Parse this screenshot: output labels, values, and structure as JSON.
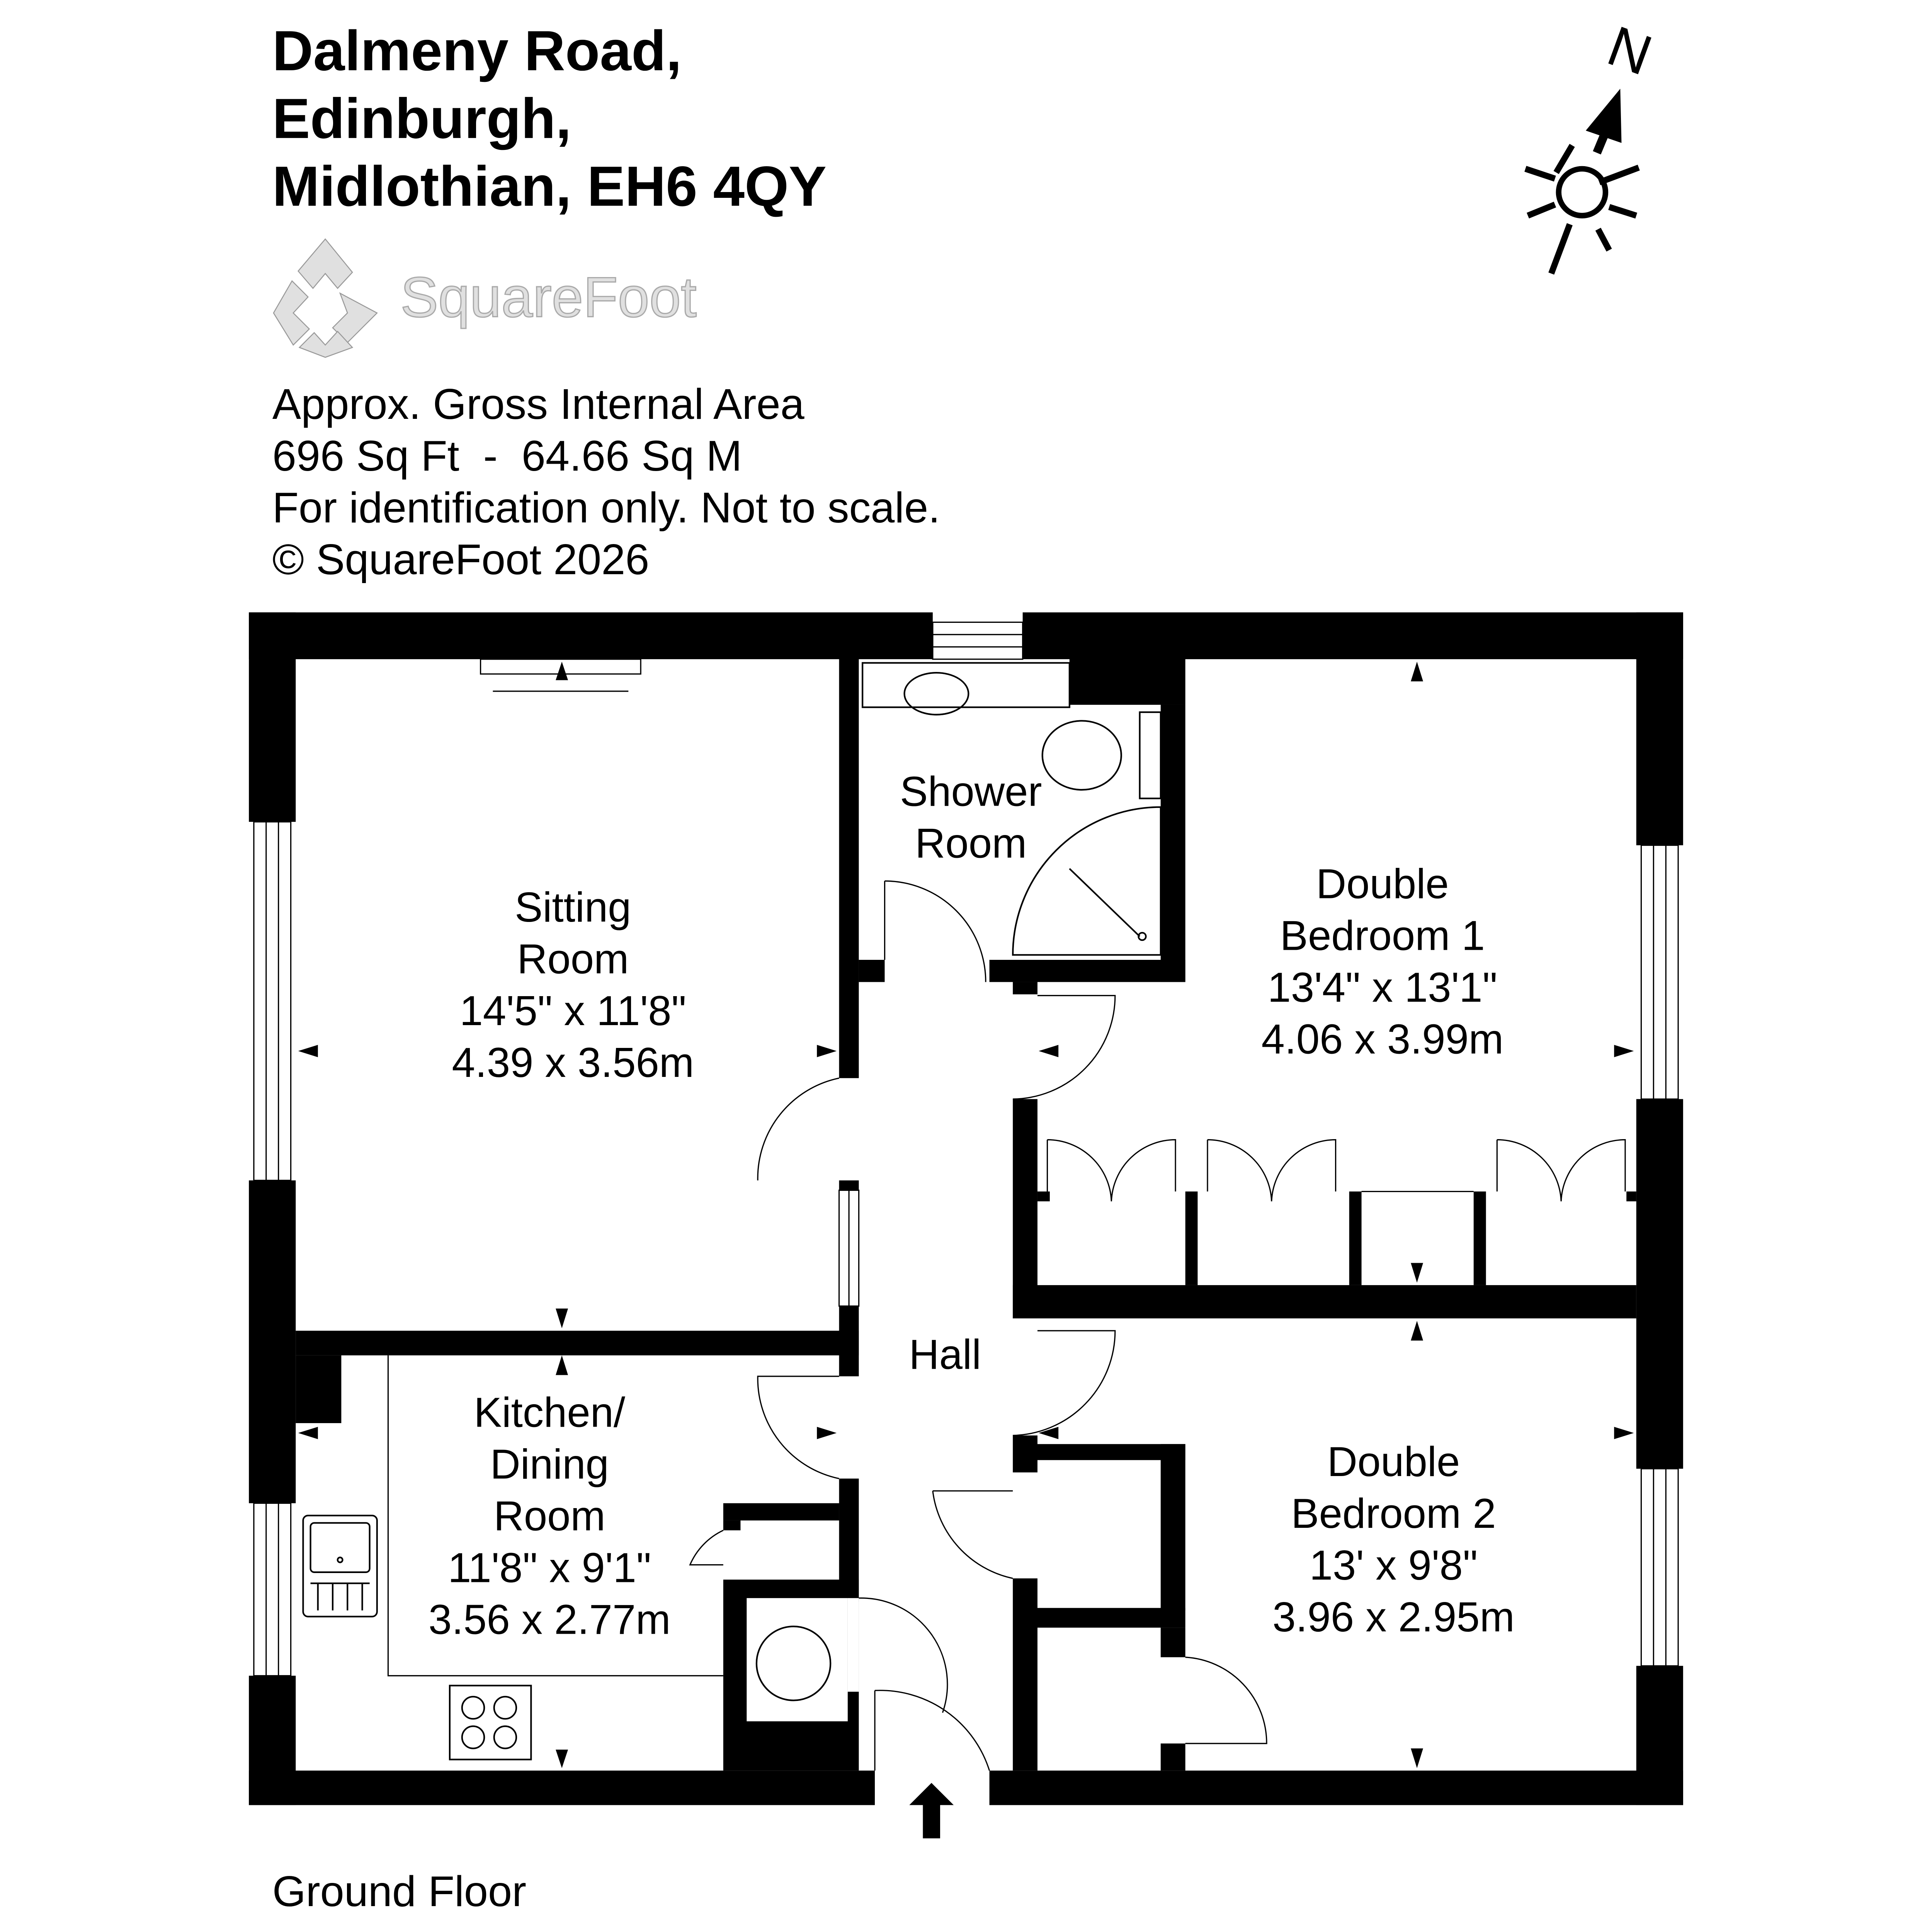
{
  "header": {
    "address_lines": [
      "Dalmeny Road,",
      "Edinburgh,",
      "Midlothian, EH6 4QY"
    ]
  },
  "logo": {
    "text": "SquareFoot"
  },
  "info": {
    "line1": "Approx. Gross Internal Area",
    "line2": "696 Sq Ft  -  64.66 Sq M",
    "line3": "For identification only. Not to scale.",
    "line4": "© SquareFoot 2026"
  },
  "compass": {
    "label": "N",
    "icon": "north-arrow-sun-icon"
  },
  "rooms": {
    "sitting": {
      "name1": "Sitting",
      "name2": "Room",
      "imperial": "14'5\" x 11'8\"",
      "metric": "4.39 x 3.56m"
    },
    "shower": {
      "name1": "Shower",
      "name2": "Room"
    },
    "bedroom1": {
      "name1": "Double",
      "name2": "Bedroom 1",
      "imperial": "13'4\" x 13'1\"",
      "metric": "4.06 x 3.99m"
    },
    "hall": {
      "name1": "Hall"
    },
    "kitchen": {
      "name1": "Kitchen/",
      "name2": "Dining",
      "name3": "Room",
      "imperial": "11'8\" x 9'1\"",
      "metric": "3.56 x 2.77m"
    },
    "bedroom2": {
      "name1": "Double",
      "name2": "Bedroom 2",
      "imperial": "13' x 9'8\"",
      "metric": "3.96 x 2.95m"
    }
  },
  "floor_label": "Ground Floor"
}
